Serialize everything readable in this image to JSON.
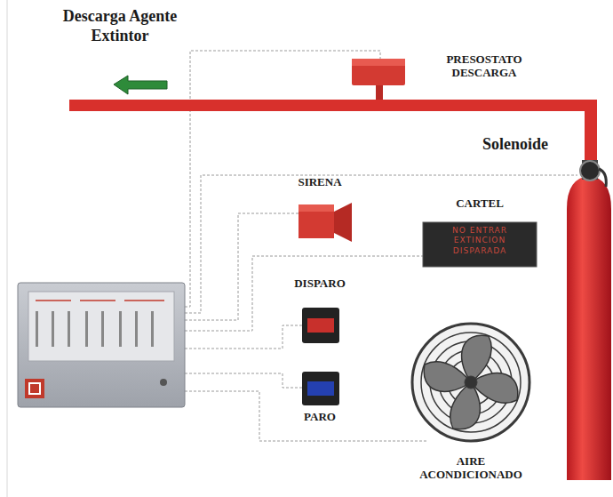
{
  "diagram": {
    "nodes": [
      {
        "text": [
          "PRESOSTATO DESCARGA"
        ]
      },
      {
        "text": [
          "Solenoide"
        ]
      },
      {
        "text": [
          "SIRENA"
        ]
      },
      {
        "text": [
          "CARTEL",
          "NO ENTRAR EXTINCION DISPARADA"
        ]
      },
      {
        "text": [
          "DISPARO"
        ]
      },
      {
        "text": [
          "PARO"
        ]
      },
      {
        "text": [
          "AIRE ACONDICIONADO"
        ]
      }
    ],
    "labels": [
      "Descarga Agente Extintor"
    ]
  }
}
